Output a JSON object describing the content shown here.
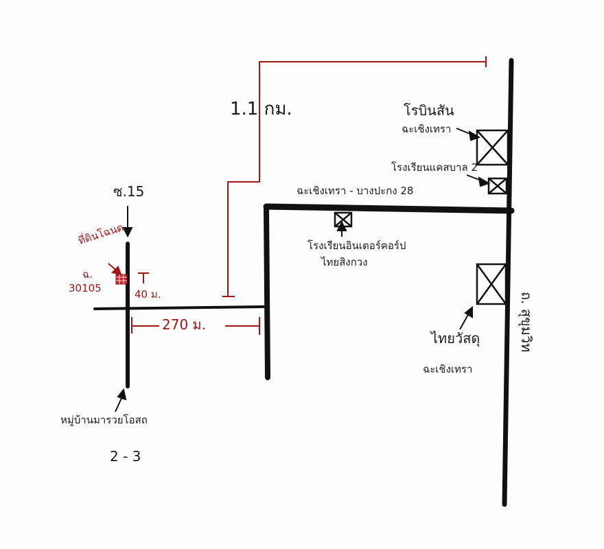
{
  "map": {
    "distances": {
      "far": "1.1 กม.",
      "road_spur": "270 ม.",
      "lot_offset": "40 ม."
    },
    "labels": {
      "soi": "ซ.15",
      "lot_title": "ที่ดินโฉนด",
      "lot_prefix": "ฉ.",
      "lot_number": "30105",
      "village_name": "หมู่บ้านมารวยโอสถ",
      "village_phase": "2 - 3",
      "main_road_label": "ฉะเชิงเทรา - บางปะกง 28",
      "factory_intercorp_1": "โรงเรียนอินเตอร์คอร์ป",
      "factory_intercorp_2": "ไทยสิงกวง",
      "robinson": "โรบินสัน",
      "robinson_sub": "ฉะเชิงเทรา",
      "school_2": "โรงเรียนแคสบาล 2",
      "thaiwatsadu": "ไทยวัสดุ",
      "thaiwatsadu_sub": "ฉะเชิงเทรา",
      "highway": "ถ. สุขุมวิท"
    },
    "colors": {
      "ink": "#111111",
      "dimension": "#a31515",
      "lot_fill": "#c62828"
    }
  }
}
